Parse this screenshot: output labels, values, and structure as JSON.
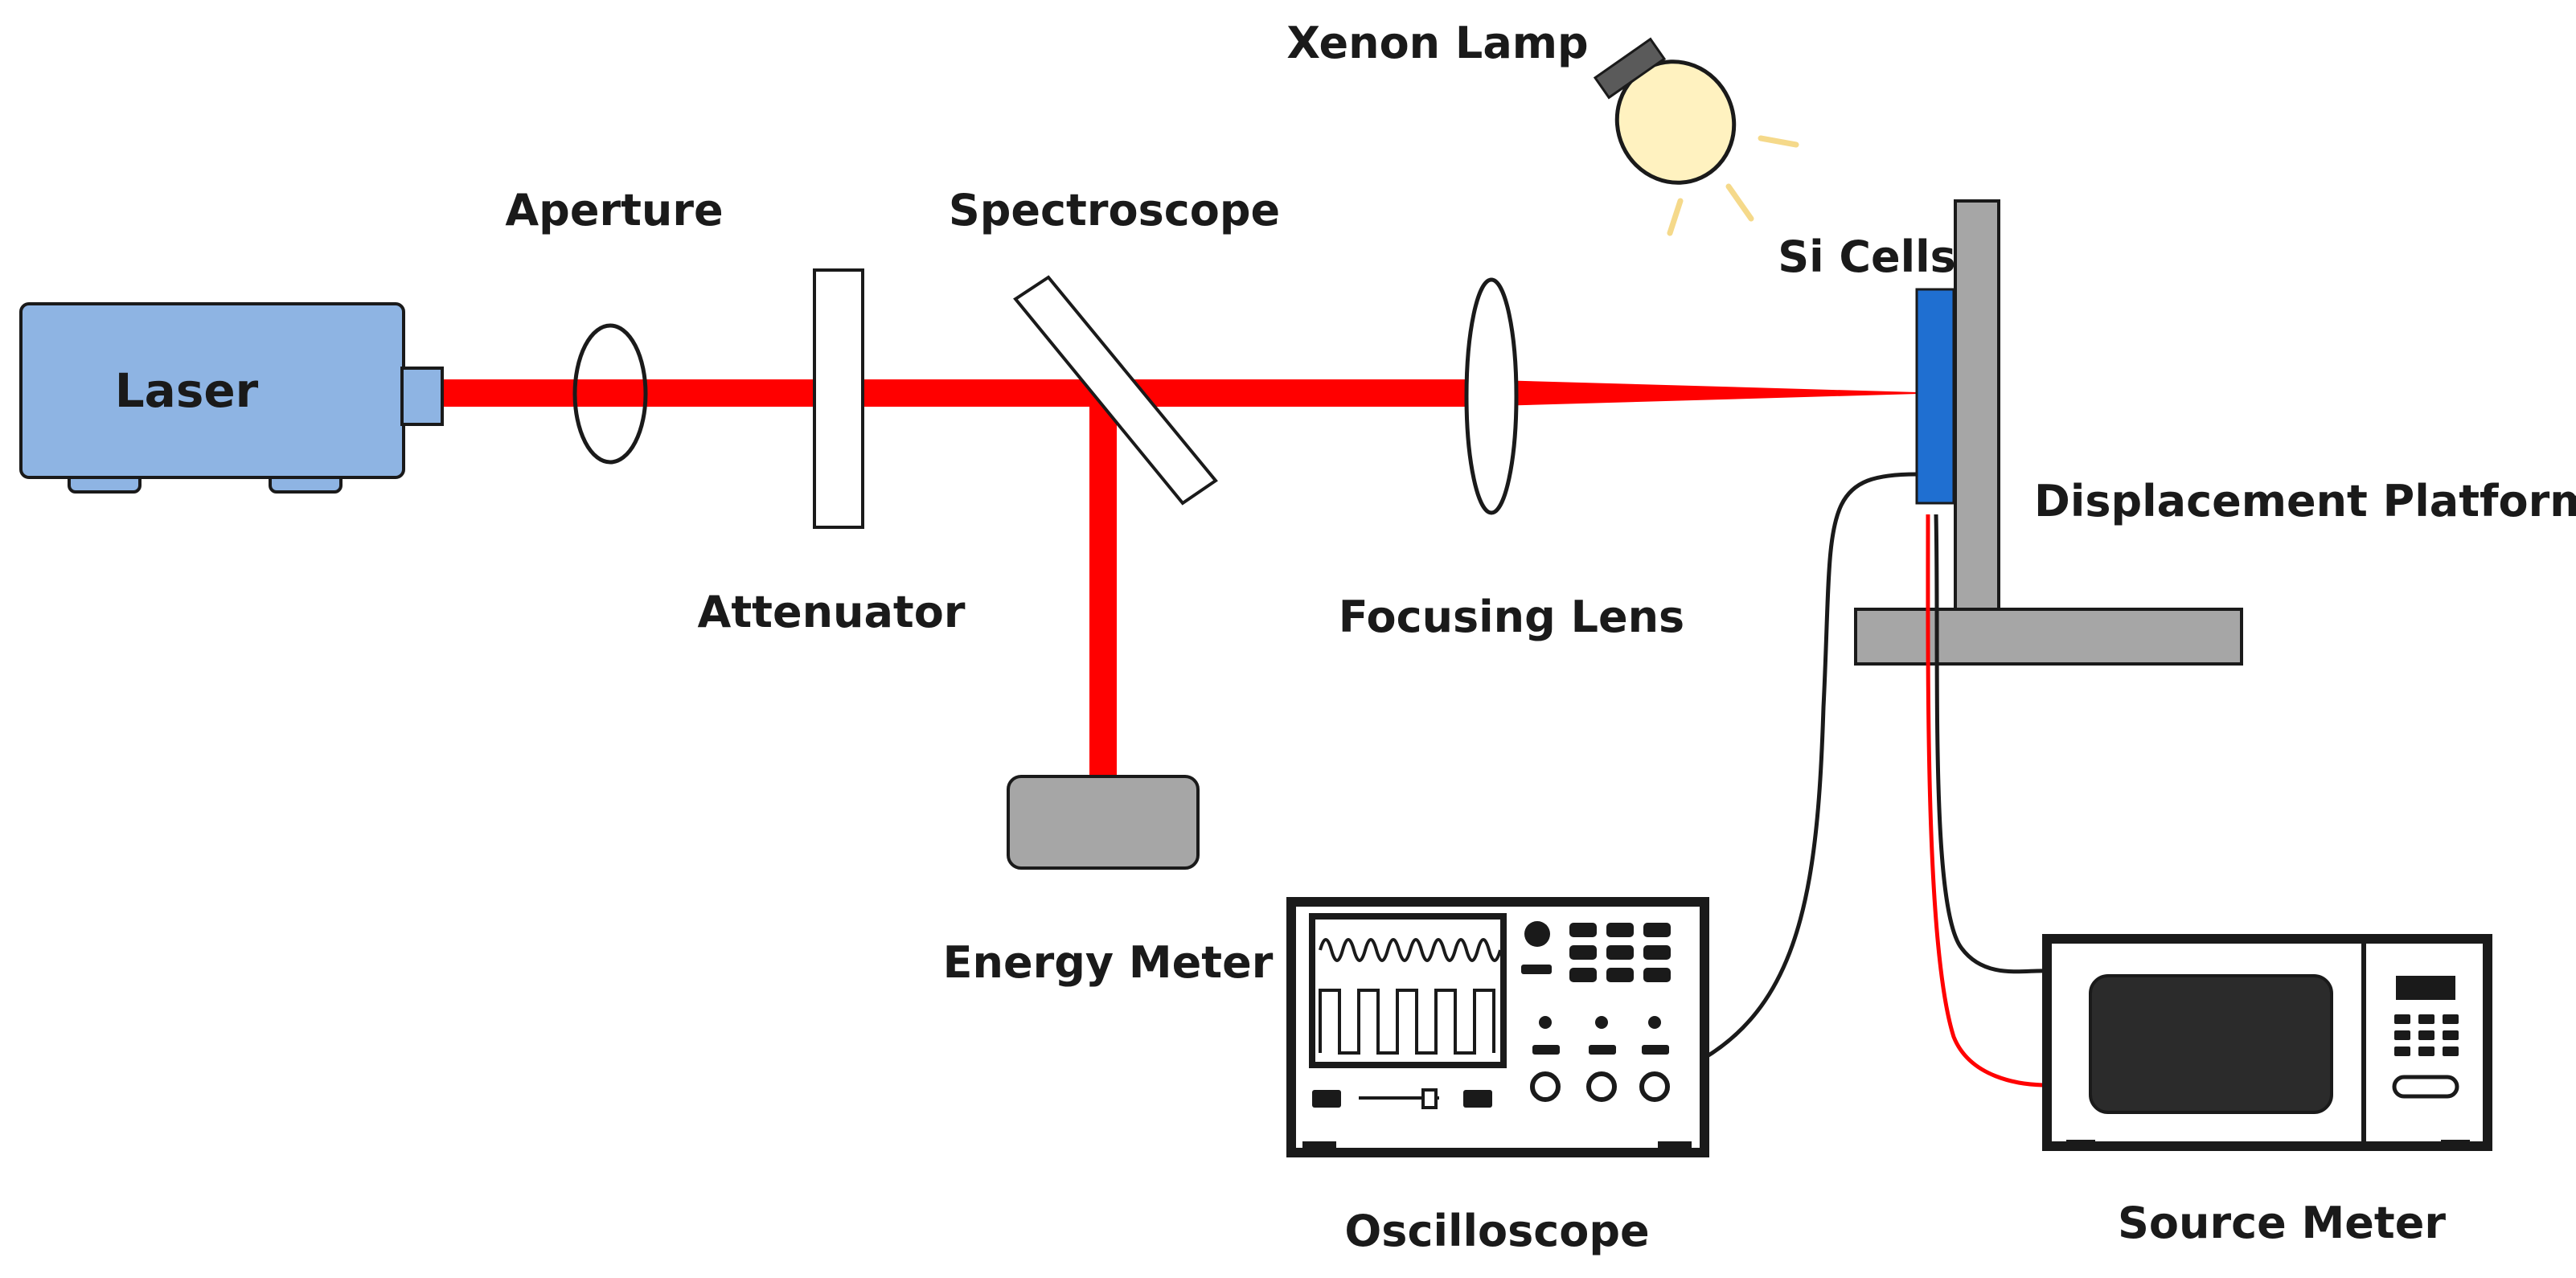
{
  "labels": {
    "laser": "Laser",
    "aperture": "Aperture",
    "attenuator": "Attenuator",
    "spectroscope": "Spectroscope",
    "energy_meter": "Energy Meter",
    "focusing_lens": "Focusing Lens",
    "xenon_lamp": "Xenon Lamp",
    "si_cells": "Si Cells",
    "displacement_platform": "Displacement Platform",
    "oscilloscope": "Oscilloscope",
    "source_meter": "Source Meter"
  },
  "colors": {
    "laser_body": "#8eb4e3",
    "beam": "#ff0000",
    "si_cell": "#1f6fd1",
    "platform": "#a6a6a6",
    "energy_meter": "#a6a6a6",
    "lamp_bulb": "#fff2c0",
    "lamp_rays": "#f5d98a",
    "instrument_frame": "#1a1a1a",
    "oscilloscope_screen": "#ffffff",
    "source_meter_window": "#2b2b2b"
  }
}
